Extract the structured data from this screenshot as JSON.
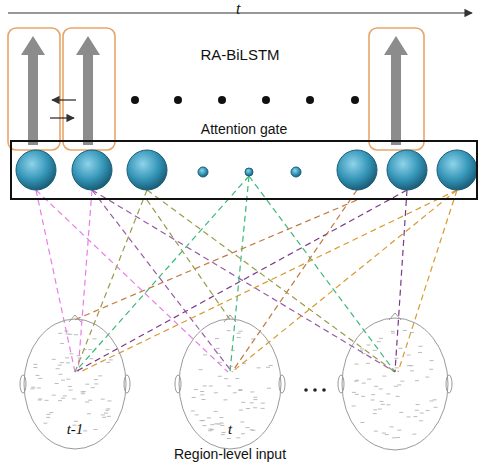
{
  "diagram": {
    "nodes": [
      {
        "text": [
          "Attention gate"
        ]
      },
      {
        "text": [
          "t-1"
        ]
      },
      {
        "text": [
          "t"
        ]
      }
    ],
    "edges": [
      {
        "from": 1,
        "to": 0,
        "arrow": "none"
      },
      {
        "from": 2,
        "to": 0,
        "arrow": "none"
      }
    ],
    "labels": [
      "t",
      "RA-BiLSTM",
      "Region-level input"
    ]
  }
}
